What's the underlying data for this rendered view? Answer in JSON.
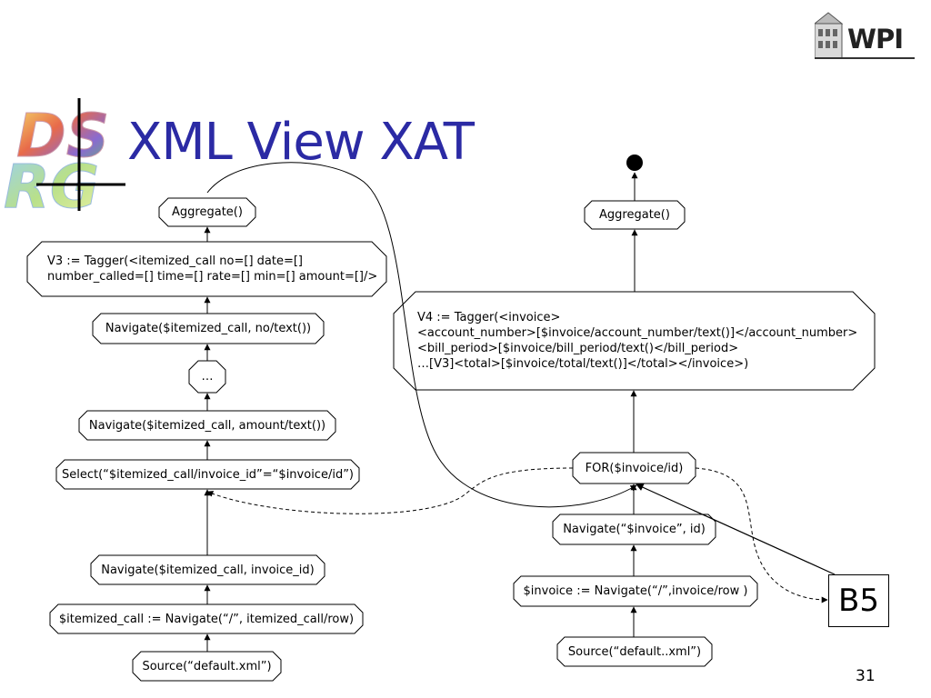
{
  "slide": {
    "title": "XML View XAT",
    "page_number": "31",
    "logo_left": "DSRG",
    "logo_right": "WPI"
  },
  "left_plan": {
    "aggregate": "Aggregate()",
    "tagger_line1": "V3 := Tagger(<itemized_call no=[] date=[]",
    "tagger_line2": "number_called=[] time=[] rate=[] min=[] amount=[]/>",
    "navigate_no": "Navigate($itemized_call, no/text())",
    "ellipsis": "…",
    "navigate_amount": "Navigate($itemized_call, amount/text())",
    "select": "Select(“$itemized_call/invoice_id”=“$invoice/id”)",
    "navigate_invoice_id": "Navigate($itemized_call, invoice_id)",
    "itemized_call": "$itemized_call := Navigate(“/”, itemized_call/row)",
    "source": "Source(“default.xml”)"
  },
  "right_plan": {
    "aggregate": "Aggregate()",
    "tagger_line1": "V4 := Tagger(<invoice>",
    "tagger_line2": "<account_number>[$invoice/account_number/text()]</account_number>",
    "tagger_line3": "<bill_period>[$invoice/bill_period/text()</bill_period>",
    "tagger_line4": "…[V3]<total>[$invoice/total/text()]</total></invoice>)",
    "for": "FOR($invoice/id)",
    "navigate_id": "Navigate(“$invoice”, id)",
    "invoice_nav": "$invoice := Navigate(“/”,invoice/row )",
    "source": "Source(“default..xml”)"
  },
  "callout": {
    "label": "B5"
  }
}
